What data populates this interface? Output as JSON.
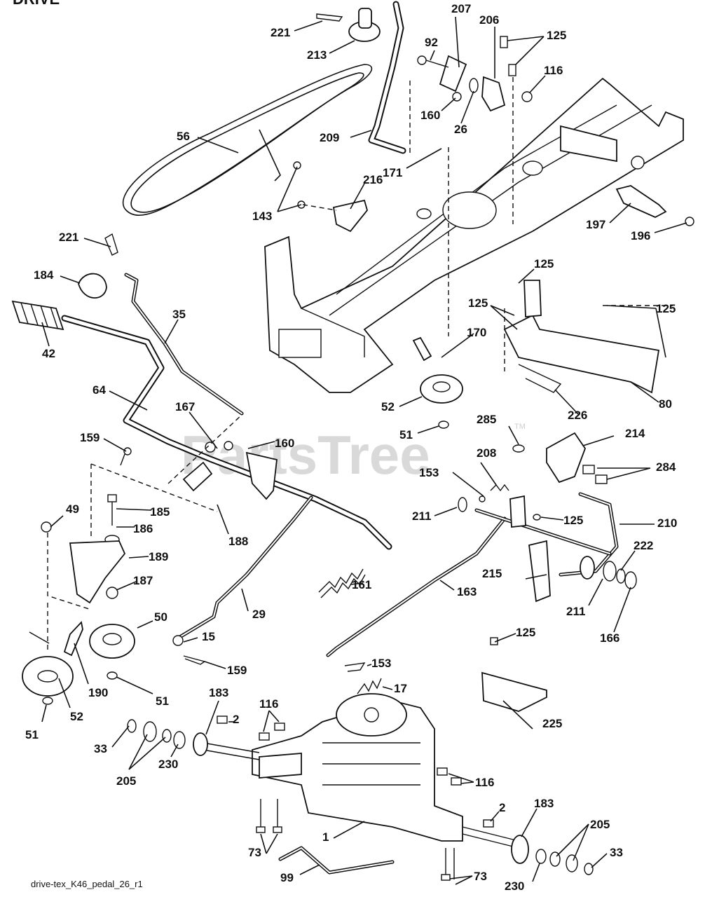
{
  "header": {
    "title": "DRIVE"
  },
  "watermark": {
    "text": "PartsTree",
    "tm": "TM"
  },
  "caption": "drive-tex_K46_pedal_26_r1",
  "labels": [
    "221",
    "213",
    "207",
    "92",
    "206",
    "125",
    "116",
    "160",
    "26",
    "209",
    "56",
    "171",
    "216",
    "143",
    "197",
    "196",
    "221",
    "184",
    "42",
    "35",
    "64",
    "167",
    "160",
    "159",
    "125",
    "125",
    "125",
    "170",
    "52",
    "51",
    "80",
    "226",
    "285",
    "214",
    "284",
    "153",
    "208",
    "211",
    "125",
    "210",
    "222",
    "49",
    "185",
    "186",
    "189",
    "187",
    "188",
    "161",
    "215",
    "163",
    "211",
    "166",
    "50",
    "29",
    "15",
    "159",
    "125",
    "153",
    "17",
    "190",
    "51",
    "52",
    "51",
    "183",
    "2",
    "116",
    "33",
    "205",
    "230",
    "116",
    "225",
    "2",
    "183",
    "205",
    "1",
    "73",
    "33",
    "99",
    "73",
    "230"
  ]
}
